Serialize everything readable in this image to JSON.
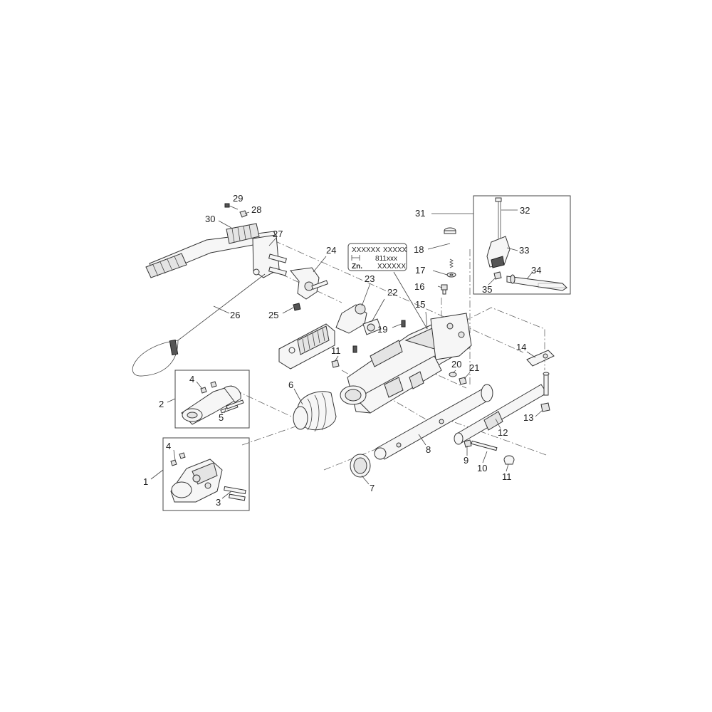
{
  "part_labels": {
    "p1": "1",
    "p2": "2",
    "p3": "3",
    "p4a": "4",
    "p4b": "4",
    "p5": "5",
    "p6": "6",
    "p7": "7",
    "p8": "8",
    "p9": "9",
    "p10": "10",
    "p11a": "11",
    "p11b": "11",
    "p12": "12",
    "p13": "13",
    "p14": "14",
    "p15": "15",
    "p16": "16",
    "p17": "17",
    "p18": "18",
    "p19": "19",
    "p20": "20",
    "p21": "21",
    "p22": "22",
    "p23": "23",
    "p24": "24",
    "p25": "25",
    "p26": "26",
    "p27": "27",
    "p28": "28",
    "p29": "29",
    "p30": "30",
    "p31": "31",
    "p32": "32",
    "p33": "33",
    "p34": "34",
    "p35": "35"
  },
  "type_plate": {
    "row1_left": "XXXXXX",
    "row1_right": "XXXXX",
    "row2_code": "811xxx",
    "row3_label": "Zn.",
    "row3_value": "XXXXXX"
  }
}
